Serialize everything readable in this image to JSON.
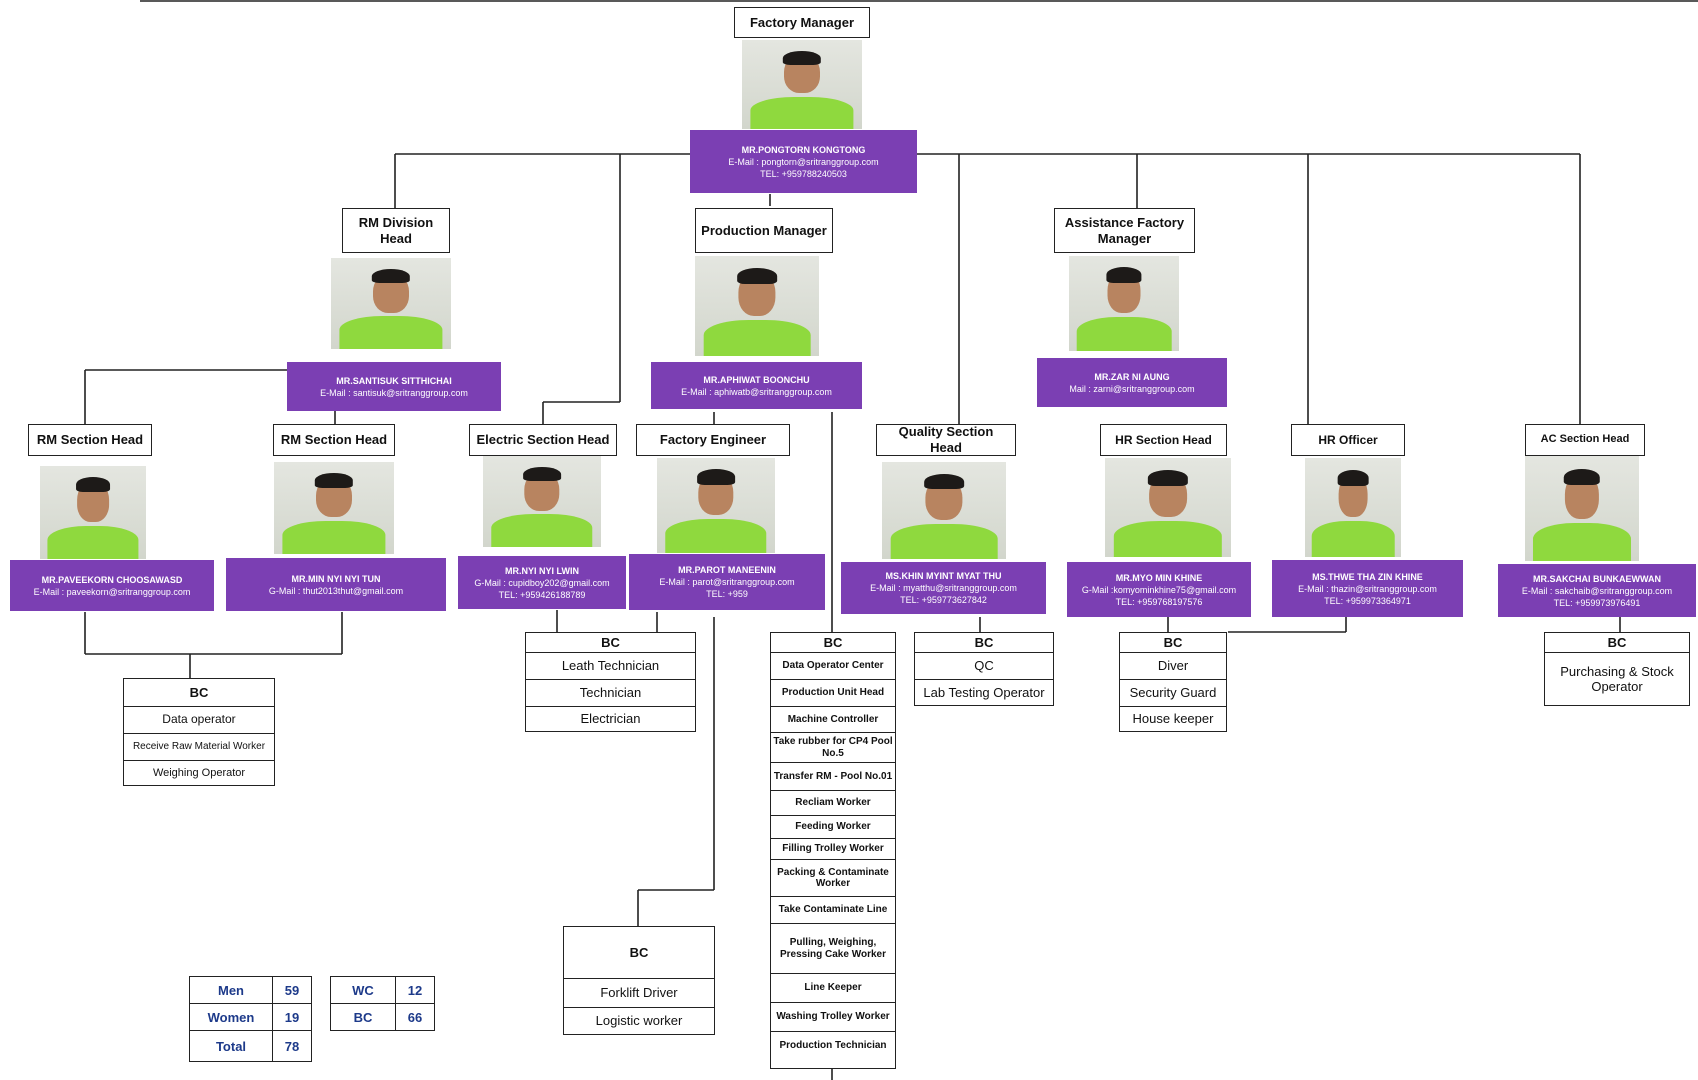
{
  "top": {
    "title": "Factory Manager",
    "name": "MR.PONGTORN KONGTONG",
    "email": "E-Mail : pongtorn@sritranggroup.com",
    "tel": "TEL: +959788240503"
  },
  "rm_div": {
    "title": "RM Division Head",
    "name": "MR.SANTISUK SITTHICHAI",
    "email": "E-Mail : santisuk@sritranggroup.com"
  },
  "prod": {
    "title": "Production Manager",
    "name": "MR.APHIWAT BOONCHU",
    "email": "E-Mail : aphiwatb@sritranggroup.com"
  },
  "asst": {
    "title": "Assistance Factory Manager",
    "name": "MR.ZAR NI AUNG",
    "email": "Mail : zarni@sritranggroup.com"
  },
  "rm1": {
    "title": "RM Section Head",
    "name": "MR.PAVEEKORN CHOOSAWASD",
    "email": "E-Mail : paveekorn@sritranggroup.com"
  },
  "rm2": {
    "title": "RM Section Head",
    "name": "MR.MIN NYI NYI TUN",
    "email": "G-Mail : thut2013thut@gmail.com"
  },
  "elec": {
    "title": "Electric Section Head",
    "name": "MR.NYI NYI LWIN",
    "email": "G-Mail : cupidboy202@gmail.com",
    "tel": "TEL: +959426188789"
  },
  "feng": {
    "title": "Factory Engineer",
    "name": "MR.PAROT MANEENIN",
    "email": "E-Mail : parot@sritranggroup.com",
    "tel": "TEL: +959"
  },
  "qual": {
    "title": "Quality Section Head",
    "name": "MS.KHIN MYINT MYAT THU",
    "email": "E-Mail : myatthu@sritranggroup.com",
    "tel": "TEL: +959773627842"
  },
  "hrsh": {
    "title": "HR Section Head",
    "name": "MR.MYO MIN KHINE",
    "email": "G-Mail :komyominkhine75@gmail.com",
    "tel": "TEL: +959768197576"
  },
  "hro": {
    "title": "HR Officer",
    "name": "MS.THWE THA ZIN KHINE",
    "email": "E-Mail : thazin@sritranggroup.com",
    "tel": "TEL: +959973364971"
  },
  "ac": {
    "title": "AC Section Head",
    "name": "MR.SAKCHAI BUNKAEWWAN",
    "email": "E-Mail : sakchaib@sritranggroup.com",
    "tel": "TEL: +959973976491"
  },
  "bc": {
    "rm": {
      "header": "BC",
      "items": [
        "Data operator",
        "Receive Raw Material Worker",
        "Weighing Operator"
      ]
    },
    "elec": {
      "header": "BC",
      "items": [
        "Leath Technician",
        "Technician",
        "Electrician"
      ]
    },
    "prod": {
      "header": "BC",
      "items": [
        "Data Operator Center",
        "Production Unit Head",
        "Machine Controller",
        "Take rubber for CP4 Pool No.5",
        "Transfer RM - Pool No.01",
        "Recliam Worker",
        "Feeding Worker",
        "Filling Trolley Worker",
        "Packing & Contaminate Worker",
        "Take Contaminate Line",
        "Pulling, Weighing, Pressing Cake Worker",
        "Line Keeper",
        "Washing Trolley Worker",
        "Production Technician"
      ]
    },
    "eng": {
      "header": "BC",
      "items": [
        "Forklift Driver",
        "Logistic worker"
      ]
    },
    "qual": {
      "header": "BC",
      "items": [
        "QC",
        "Lab Testing Operator"
      ]
    },
    "hr": {
      "header": "BC",
      "items": [
        "Diver",
        "Security Guard",
        "House keeper"
      ]
    },
    "ac": {
      "header": "BC",
      "items": [
        "Purchasing & Stock Operator"
      ]
    }
  },
  "summary": {
    "men_label": "Men",
    "men": "59",
    "women_label": "Women",
    "women": "19",
    "total_label": "Total",
    "total": "78",
    "wc_label": "WC",
    "wc": "12",
    "bc_label": "BC",
    "bc": "66"
  }
}
